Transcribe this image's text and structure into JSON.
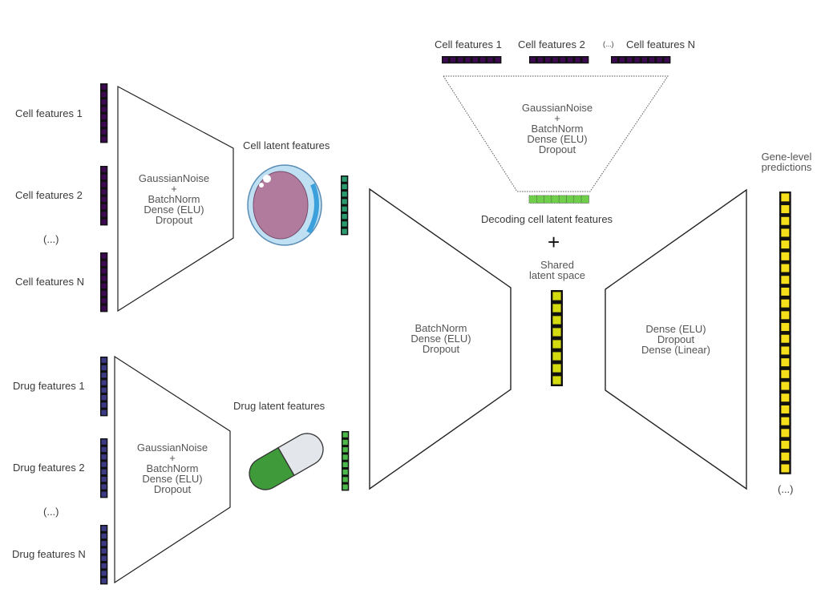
{
  "colors": {
    "cell_input": "#3d0a52",
    "drug_input": "#3c3a85",
    "cell_latent": "#2a9b6e",
    "drug_latent": "#4cb84c",
    "decoded_latent": "#6fcf4a",
    "shared_latent": "#d4dc10",
    "predictions": "#f5df1a"
  },
  "cell_inputs": {
    "labels": [
      "Cell features 1",
      "Cell features 2",
      "(...)",
      "Cell features N"
    ]
  },
  "drug_inputs": {
    "labels": [
      "Drug features 1",
      "Drug features 2",
      "(...)",
      "Drug features N"
    ]
  },
  "cell_encoder": {
    "lines": [
      "GaussianNoise",
      "+",
      "BatchNorm",
      "Dense (ELU)",
      "Dropout"
    ]
  },
  "drug_encoder": {
    "lines": [
      "GaussianNoise",
      "+",
      "BatchNorm",
      "Dense (ELU)",
      "Dropout"
    ]
  },
  "cell_latent_label": "Cell latent features",
  "drug_latent_label": "Drug latent features",
  "icons": {
    "cell": "cell-illustration-icon",
    "drug": "pill-capsule-icon"
  },
  "joint_encoder": {
    "lines": [
      "BatchNorm",
      "Dense (ELU)",
      "Dropout"
    ]
  },
  "cell_decoder": {
    "outputs": [
      "Cell features 1",
      "Cell features 2",
      "(...)",
      "Cell features N"
    ],
    "lines": [
      "GaussianNoise",
      "+",
      "BatchNorm",
      "Dense (ELU)",
      "Dropout"
    ],
    "latent_label": "Decoding cell latent features"
  },
  "plus_sign": "+",
  "shared_latent_label": [
    "Shared",
    "latent space"
  ],
  "predictor": {
    "lines": [
      "Dense (ELU)",
      "Dropout",
      "Dense (Linear)"
    ]
  },
  "predictions": {
    "title": [
      "Gene-level",
      "predictions"
    ],
    "ellipsis": "(...)"
  }
}
